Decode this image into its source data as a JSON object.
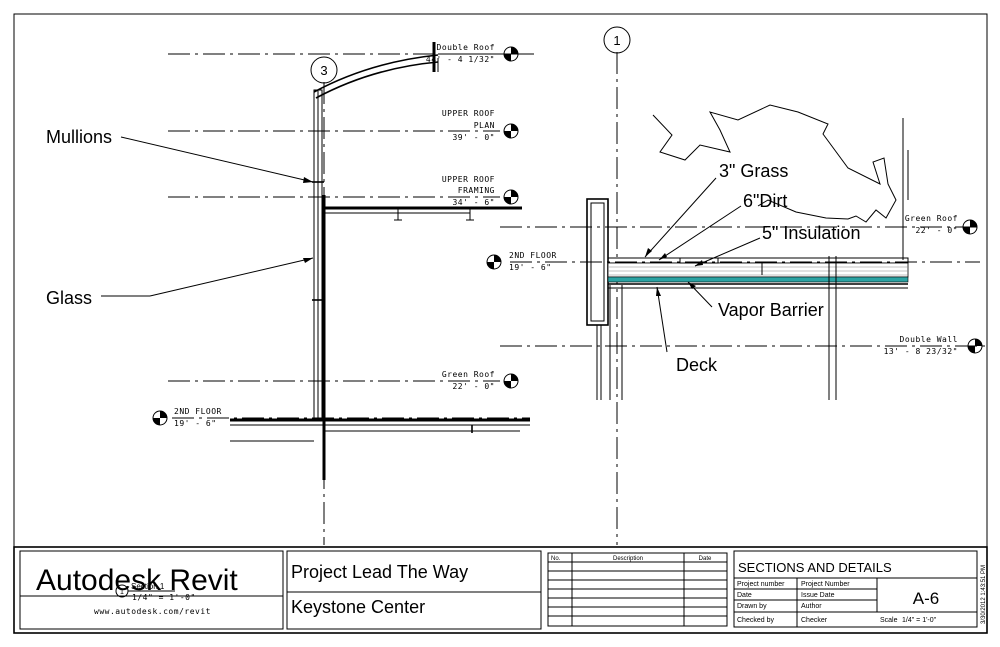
{
  "labels": {
    "mullions": "Mullions",
    "glass": "Glass",
    "grass": "3\" Grass",
    "dirt": "6\"Dirt",
    "insulation": "5\" Insulation",
    "vapor_barrier": "Vapor Barrier",
    "deck": "Deck"
  },
  "grid": {
    "bubble_1": "1",
    "bubble_3": "3"
  },
  "levels": {
    "double_roof": {
      "name": "Double Roof",
      "elev": "44' - 4 1/32\""
    },
    "upper_roof_plan": {
      "name1": "UPPER ROOF",
      "name2": "PLAN",
      "elev": "39' - 0\""
    },
    "upper_roof_framing": {
      "name1": "UPPER ROOF",
      "name2": "FRAMING",
      "elev": "34' - 6\""
    },
    "green_roof_left": {
      "name": "Green Roof",
      "elev": "22' - 0\""
    },
    "second_floor_left": {
      "name": "2ND FLOOR",
      "elev": "19' - 6\""
    },
    "second_floor_right": {
      "name": "2ND FLOOR",
      "elev": "19' - 6\""
    },
    "green_roof_right": {
      "name": "Green Roof",
      "elev": "22' - 0\""
    },
    "double_wall": {
      "name": "Double Wall",
      "elev": "13' - 8 23/32\""
    }
  },
  "view_tag": {
    "number": "1",
    "name": "Section 1",
    "scale": "1/4\" = 1'-0\""
  },
  "title_block": {
    "logo": "Autodesk Revit",
    "url": "www.autodesk.com/revit",
    "project_line1": "Project Lead The Way",
    "project_line2": "Keystone Center",
    "rev_headers": {
      "no": "No.",
      "description": "Description",
      "date": "Date"
    },
    "sheet_name": "SECTIONS AND DETAILS",
    "rows": [
      {
        "label": "Project number",
        "value": "Project Number"
      },
      {
        "label": "Date",
        "value": "Issue Date"
      },
      {
        "label": "Drawn by",
        "value": "Author"
      },
      {
        "label": "Checked by",
        "value": "Checker"
      }
    ],
    "sheet_number": "A-6",
    "scale_label": "Scale",
    "scale_value": "1/4\" = 1'-0\"",
    "timestamp": "3/30/2012 1:43:51 PM"
  }
}
